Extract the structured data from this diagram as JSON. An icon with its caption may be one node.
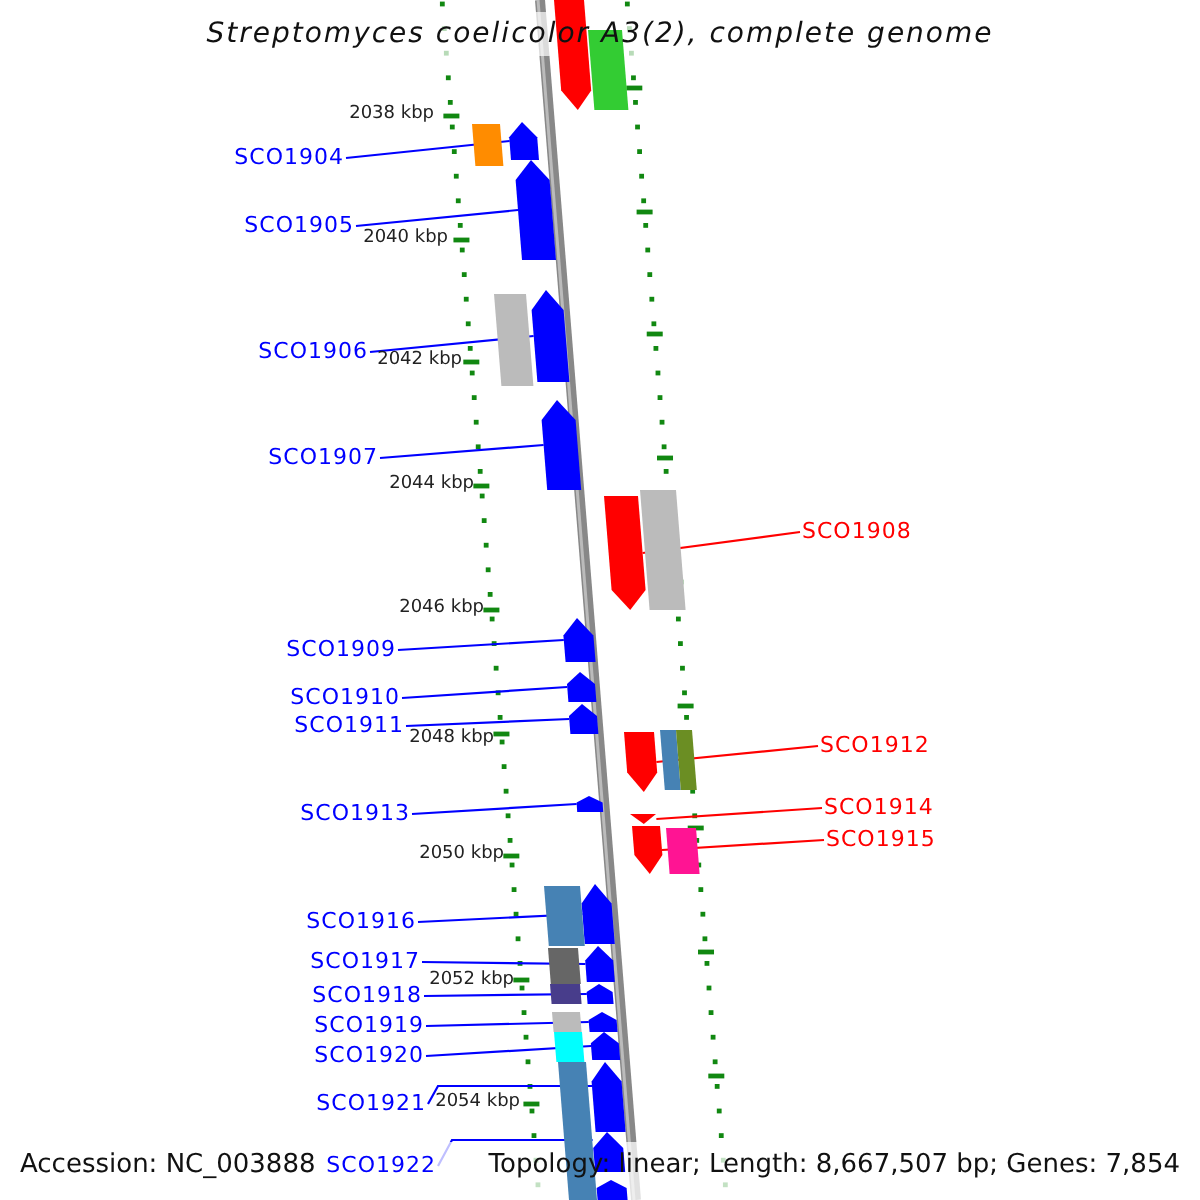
{
  "diagram": {
    "title": "Streptomyces coelicolor A3(2), complete genome",
    "nodes": [
      {
        "text": [
          "SCO1904"
        ]
      },
      {
        "text": [],
        "shape": "arrow"
      },
      {
        "text": [
          "SCO1905"
        ]
      },
      {
        "text": [],
        "shape": "arrow"
      },
      {
        "text": [
          "SCO1906"
        ]
      },
      {
        "text": [],
        "shape": "arrow"
      },
      {
        "text": [
          "SCO1907"
        ]
      },
      {
        "text": [],
        "shape": "arrow"
      },
      {
        "text": [
          "SCO1908"
        ]
      },
      {
        "text": [],
        "shape": "arrow"
      },
      {
        "text": [
          "SCO1909"
        ]
      },
      {
        "text": [],
        "shape": "arrow"
      },
      {
        "text": [
          "SCO1910"
        ]
      },
      {
        "text": [],
        "shape": "arrow"
      },
      {
        "text": [
          "SCO1911"
        ]
      },
      {
        "text": [],
        "shape": "arrow"
      },
      {
        "text": [
          "SCO1912"
        ]
      },
      {
        "text": [],
        "shape": "arrow"
      },
      {
        "text": [
          "SCO1913"
        ]
      },
      {
        "text": [],
        "shape": "arrow"
      },
      {
        "text": [
          "SCO1914"
        ]
      },
      {
        "text": [],
        "shape": "arrow"
      },
      {
        "text": [
          "SCO1915"
        ]
      },
      {
        "text": [],
        "shape": "arrow"
      },
      {
        "text": [
          "SCO1916"
        ]
      },
      {
        "text": [],
        "shape": "arrow"
      },
      {
        "text": [
          "SCO1917"
        ]
      },
      {
        "text": [],
        "shape": "arrow"
      },
      {
        "text": [
          "SCO1918"
        ]
      },
      {
        "text": [],
        "shape": "arrow"
      },
      {
        "text": [
          "SCO1919"
        ]
      },
      {
        "text": [],
        "shape": "arrow"
      },
      {
        "text": [
          "SCO1920"
        ]
      },
      {
        "text": [],
        "shape": "arrow"
      },
      {
        "text": [
          "SCO1921"
        ]
      },
      {
        "text": [],
        "shape": "arrow"
      },
      {
        "text": [
          "SCO1922"
        ]
      },
      {
        "text": [],
        "shape": "arrow"
      },
      {
        "text": [],
        "shape": "arrow"
      },
      {
        "text": [],
        "shape": "bar"
      },
      {
        "text": [],
        "shape": "bar"
      },
      {
        "text": [],
        "shape": "bar"
      },
      {
        "text": [],
        "shape": "bar"
      },
      {
        "text": [],
        "shape": "bar"
      },
      {
        "text": [],
        "shape": "bar"
      },
      {
        "text": [],
        "shape": "bar"
      },
      {
        "text": [],
        "shape": "bar"
      },
      {
        "text": [],
        "shape": "bar"
      },
      {
        "text": [],
        "shape": "bar"
      },
      {
        "text": [],
        "shape": "bar"
      },
      {
        "text": [],
        "shape": "bar"
      },
      {
        "text": [],
        "shape": "bar"
      },
      {
        "text": [],
        "shape": "arrow"
      }
    ],
    "edges": [
      {
        "from": 0,
        "to": 1,
        "arrow": "none"
      },
      {
        "from": 2,
        "to": 3,
        "arrow": "none"
      },
      {
        "from": 4,
        "to": 5,
        "arrow": "none"
      },
      {
        "from": 6,
        "to": 7,
        "arrow": "none"
      },
      {
        "from": 8,
        "to": 9,
        "arrow": "none",
        "color": "#ff0000"
      },
      {
        "from": 10,
        "to": 11,
        "arrow": "none"
      },
      {
        "from": 12,
        "to": 13,
        "arrow": "none"
      },
      {
        "from": 14,
        "to": 15,
        "arrow": "none"
      },
      {
        "from": 16,
        "to": 17,
        "arrow": "none",
        "color": "#ff0000"
      },
      {
        "from": 18,
        "to": 19,
        "arrow": "none"
      },
      {
        "from": 20,
        "to": 21,
        "arrow": "none",
        "color": "#ff0000"
      },
      {
        "from": 22,
        "to": 23,
        "arrow": "none",
        "color": "#ff0000"
      },
      {
        "from": 24,
        "to": 25,
        "arrow": "none"
      },
      {
        "from": 26,
        "to": 27,
        "arrow": "none"
      },
      {
        "from": 28,
        "to": 29,
        "arrow": "none"
      },
      {
        "from": 30,
        "to": 31,
        "arrow": "none"
      },
      {
        "from": 32,
        "to": 33,
        "arrow": "none"
      },
      {
        "from": 34,
        "to": 35,
        "arrow": "none"
      },
      {
        "from": 36,
        "to": 37,
        "arrow": "none"
      }
    ],
    "labels": [
      "2038 kbp",
      "2040 kbp",
      "2042 kbp",
      "2044 kbp",
      "2046 kbp",
      "2048 kbp",
      "2050 kbp",
      "2052 kbp",
      "2054 kbp",
      "Accession: NC_003888",
      "Topology: linear; Length: 8,667,507 bp; Genes: 7,854"
    ]
  }
}
